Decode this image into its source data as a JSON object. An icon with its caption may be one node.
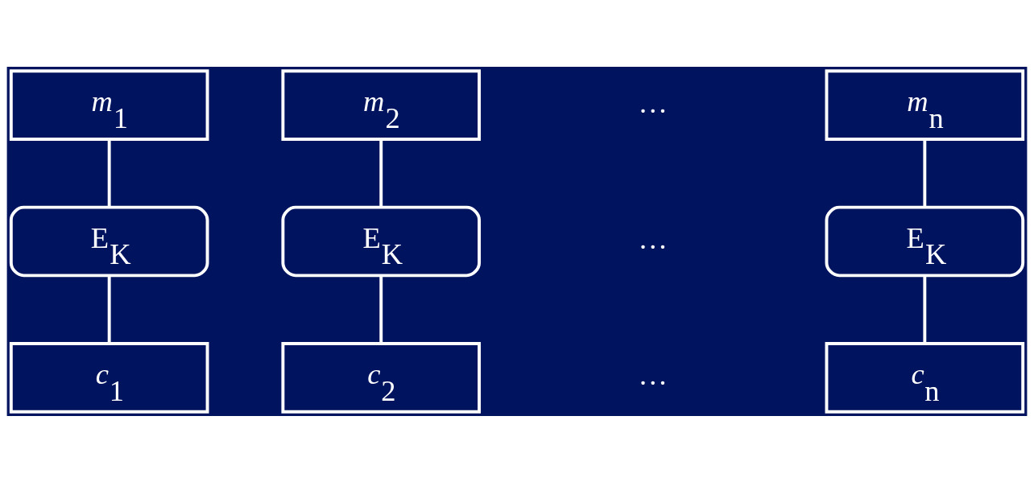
{
  "diagram": {
    "nodes": [
      {
        "text": [
          "*m*$_{1}$"
        ]
      },
      {
        "text": [
          "*m*$_{2}$"
        ]
      },
      {
        "text": [
          "*m*$_{n}$"
        ]
      },
      {
        "text": [
          "E$_{K}$"
        ]
      },
      {
        "text": [
          "E$_{K}$"
        ]
      },
      {
        "text": [
          "E$_{K}$"
        ]
      },
      {
        "text": [
          "*c*$_{1}$"
        ]
      },
      {
        "text": [
          "*c*$_{2}$"
        ]
      },
      {
        "text": [
          "*c*$_{n}$"
        ]
      }
    ],
    "edges": [
      {
        "from": 0,
        "to": 3,
        "arrow": "none"
      },
      {
        "from": 3,
        "to": 6,
        "arrow": "none"
      },
      {
        "from": 1,
        "to": 4,
        "arrow": "none"
      },
      {
        "from": 4,
        "to": 7,
        "arrow": "none"
      },
      {
        "from": 2,
        "to": 5,
        "arrow": "none"
      },
      {
        "from": 5,
        "to": 8,
        "arrow": "none"
      }
    ],
    "labels": [
      "…",
      "…",
      "…"
    ]
  }
}
